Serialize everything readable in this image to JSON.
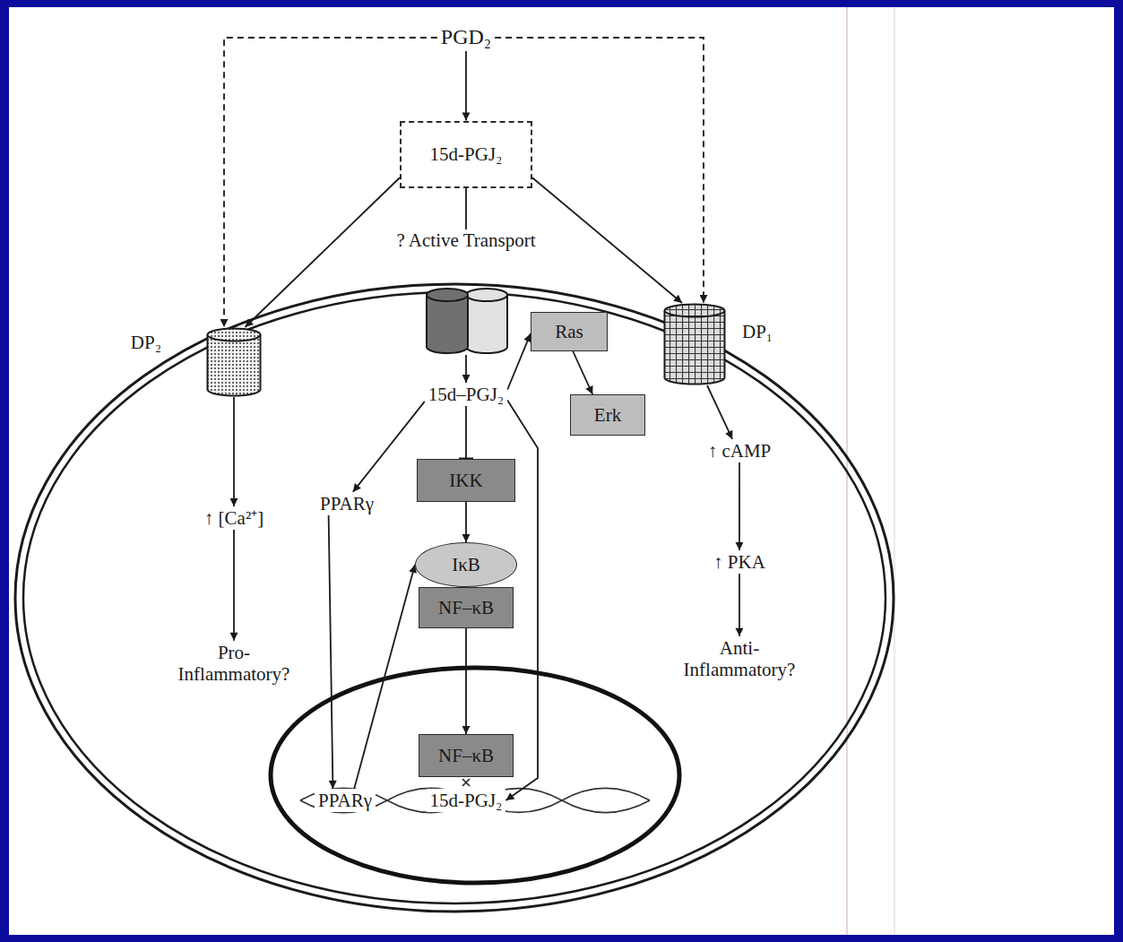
{
  "diagram": {
    "nodes": [
      {
        "text": [
          "PGD₂"
        ]
      },
      {
        "text": [
          "15d-PGJ₂"
        ]
      },
      {
        "text": [
          "DP₂"
        ]
      },
      {
        "text": [
          "? Active Transport"
        ]
      },
      {
        "text": [
          "Ras"
        ]
      },
      {
        "text": [
          "DP₁"
        ]
      },
      {
        "text": [
          "15d–PGJ₂"
        ]
      },
      {
        "text": [
          "Erk"
        ]
      },
      {
        "text": [
          "↑ cAMP"
        ]
      },
      {
        "text": [
          "↑ [Ca²⁺]"
        ]
      },
      {
        "text": [
          "PPARγ"
        ]
      },
      {
        "text": [
          "IKK"
        ]
      },
      {
        "text": [
          "↑ PKA"
        ]
      },
      {
        "text": [
          "IκB"
        ]
      },
      {
        "text": [
          "NF–κB"
        ]
      },
      {
        "text": [
          "Pro- Inflammatory?"
        ]
      },
      {
        "text": [
          "Anti- Inflammatory?"
        ]
      },
      {
        "text": [
          "NF–κB"
        ]
      },
      {
        "text": [
          "PPARγ"
        ]
      },
      {
        "text": [
          "15d-PGJ₂"
        ]
      }
    ],
    "edges": [
      {
        "from": 0,
        "to": 1,
        "arrow": "to"
      },
      {
        "from": 0,
        "to": 2,
        "arrow": "to"
      },
      {
        "from": 0,
        "to": 5,
        "arrow": "to"
      },
      {
        "from": 1,
        "to": 2,
        "arrow": "to"
      },
      {
        "from": 1,
        "to": 5,
        "arrow": "to"
      },
      {
        "from": 1,
        "to": 3,
        "arrow": "none"
      },
      {
        "from": 3,
        "to": 6,
        "arrow": "to"
      },
      {
        "from": 6,
        "to": 4,
        "arrow": "to"
      },
      {
        "from": 4,
        "to": 7,
        "arrow": "to"
      },
      {
        "from": 5,
        "to": 8,
        "arrow": "to"
      },
      {
        "from": 8,
        "to": 12,
        "arrow": "to"
      },
      {
        "from": 12,
        "to": 16,
        "arrow": "to"
      },
      {
        "from": 2,
        "to": 9,
        "arrow": "to"
      },
      {
        "from": 9,
        "to": 15,
        "arrow": "to"
      },
      {
        "from": 6,
        "to": 10,
        "arrow": "to"
      },
      {
        "from": 6,
        "to": 11,
        "arrow": "to"
      },
      {
        "from": 11,
        "to": 13,
        "arrow": "to"
      },
      {
        "from": 14,
        "to": 17,
        "arrow": "to"
      },
      {
        "from": 10,
        "to": 18,
        "arrow": "to"
      },
      {
        "from": 18,
        "to": 13,
        "arrow": "to"
      },
      {
        "from": 6,
        "to": 19,
        "arrow": "to"
      }
    ]
  }
}
